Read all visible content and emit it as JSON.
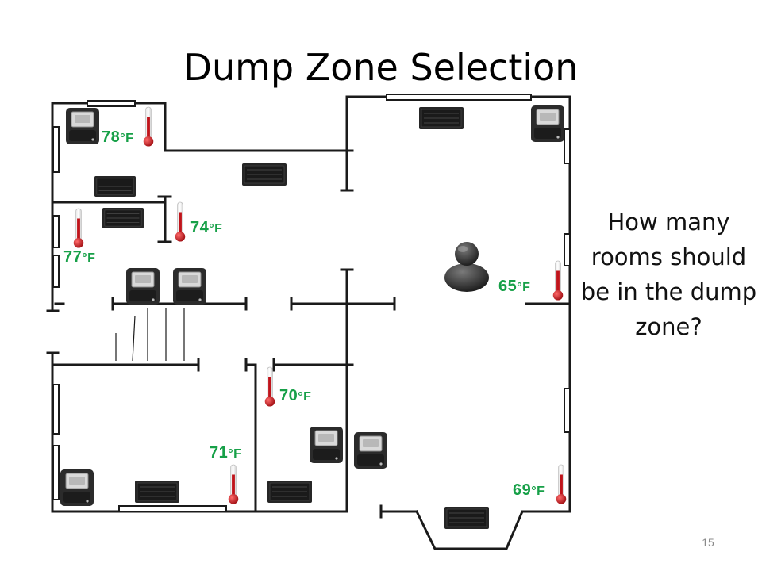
{
  "title": "Dump Zone Selection",
  "question": "How many rooms should be in the dump zone?",
  "page_number": "15",
  "colors": {
    "wall": "#1a1a1a",
    "temperature_text": "#17a048",
    "thermometer_red": "#c0141b",
    "vent": "#262626",
    "damper_unit": "#2b2b2b"
  },
  "temperatures": [
    {
      "value": "78",
      "unit": "°F"
    },
    {
      "value": "74",
      "unit": "°F"
    },
    {
      "value": "77",
      "unit": "°F"
    },
    {
      "value": "65",
      "unit": "°F"
    },
    {
      "value": "70",
      "unit": "°F"
    },
    {
      "value": "71",
      "unit": "°F"
    },
    {
      "value": "69",
      "unit": "°F"
    }
  ],
  "icons": [
    "thermometer-icon",
    "register-vent-icon",
    "zone-damper-icon",
    "person-icon"
  ]
}
